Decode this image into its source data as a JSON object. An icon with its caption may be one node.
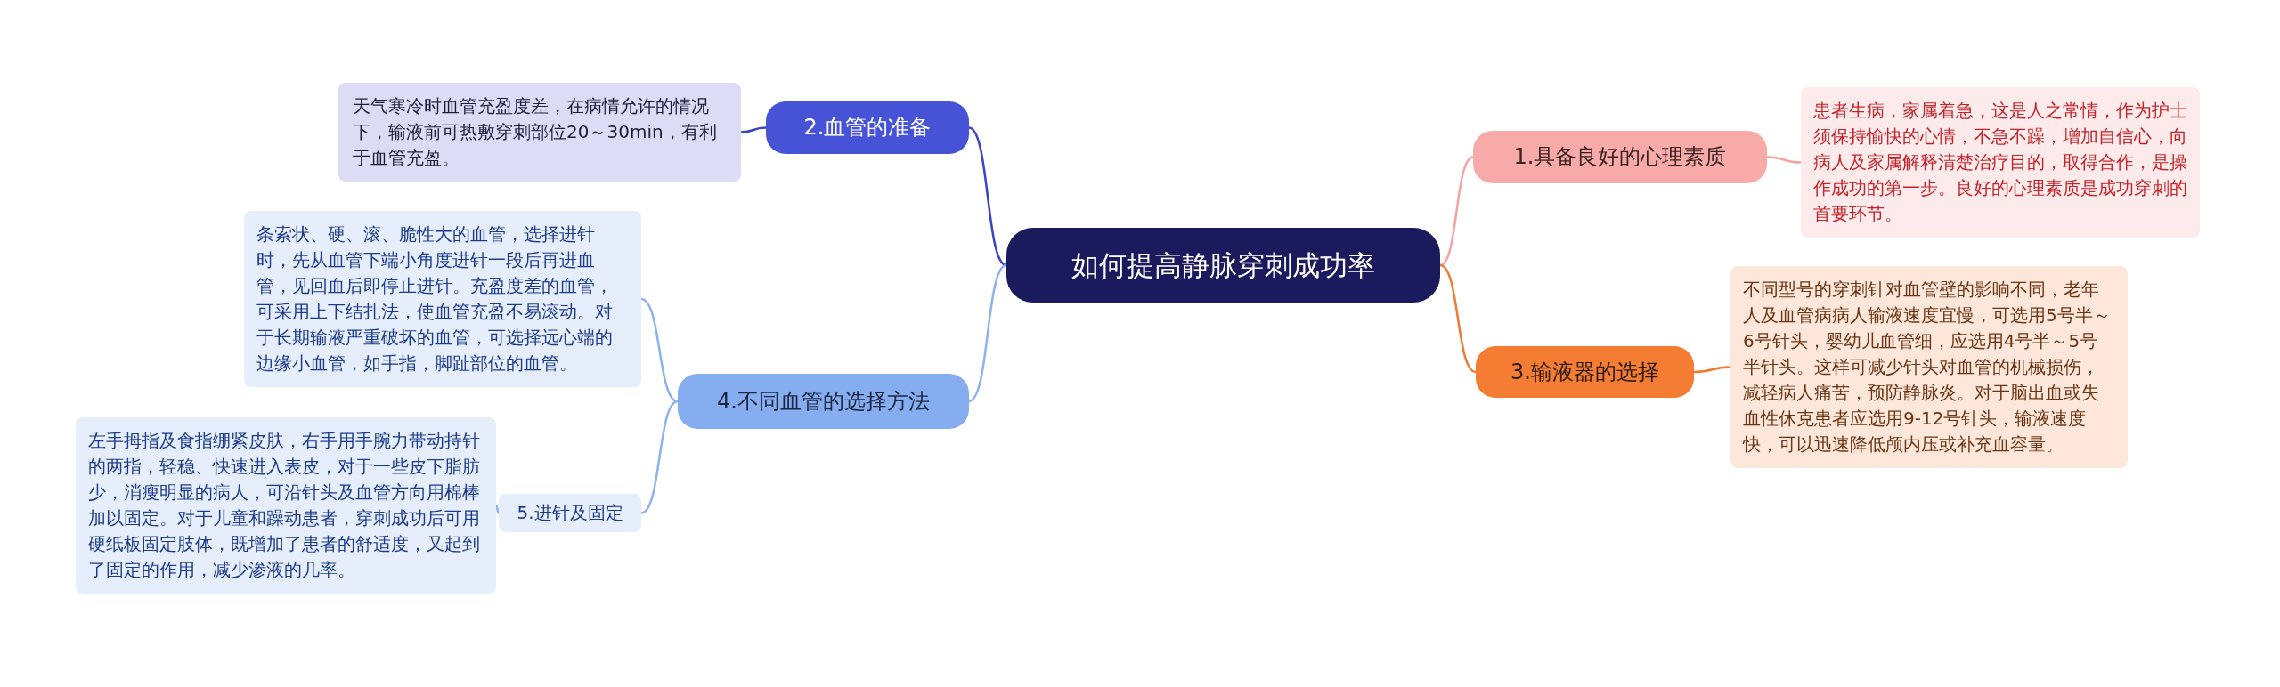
{
  "diagram": {
    "nodes": [
      {
        "text": [
          "如何提高静脉穿刺成功率"
        ]
      },
      {
        "text": [
          "2.血管的准备"
        ]
      },
      {
        "text": [
          "天气寒冷时血管充盈度差，在病情允许的情况下，输液前可热敷穿刺部位20～30min，有利于血管充盈。"
        ]
      },
      {
        "text": [
          "1.具备良好的心理素质"
        ]
      },
      {
        "text": [
          "患者生病，家属着急，这是人之常情，作为护士须保持愉快的心情，不急不躁，增加自信心，向病人及家属解释清楚治疗目的，取得合作，是操作成功的第一步。良好的心理素质是成功穿刺的首要环节。"
        ]
      },
      {
        "text": [
          "3.输液器的选择"
        ]
      },
      {
        "text": [
          "不同型号的穿刺针对血管壁的影响不同，老年人及血管病病人输液速度宜慢，可选用5号半～6号针头，婴幼儿血管细，应选用4号半～5号半针头。这样可减少针头对血管的机械损伤，减轻病人痛苦，预防静脉炎。对于脑出血或失血性休克患者应选用9-12号针头，输液速度快，可以迅速降低颅内压或补充血容量。"
        ]
      },
      {
        "text": [
          "4.不同血管的选择方法"
        ]
      },
      {
        "text": [
          "条索状、硬、滚、脆性大的血管，选择进针时，先从血管下端小角度进针一段后再进血管，见回血后即停止进针。充盈度差的血管，可采用上下结扎法，使血管充盈不易滚动。对于长期输液严重破坏的血管，可选择远心端的边缘小血管，如手指，脚趾部位的血管。"
        ]
      },
      {
        "text": [
          "5.进针及固定"
        ]
      },
      {
        "text": [
          "左手拇指及食指绷紧皮肤，右手用手腕力带动持针的两指，轻稳、快速进入表皮，对于一些皮下脂肪少，消瘦明显的病人，可沿针头及血管方向用棉棒加以固定。对于儿童和躁动患者，穿刺成功后可用硬纸板固定肢体，既增加了患者的舒适度，又起到了固定的作用，减少渗液的几率。"
        ]
      }
    ],
    "edges": [
      {
        "from": 0,
        "to": 1,
        "arrow": "none",
        "color": "#3b44c8"
      },
      {
        "from": 1,
        "to": 2,
        "arrow": "none",
        "color": "#3b44c8"
      },
      {
        "from": 0,
        "to": 3,
        "arrow": "none",
        "color": "#f4a3a3"
      },
      {
        "from": 3,
        "to": 4,
        "arrow": "none",
        "color": "#f4a3a3"
      },
      {
        "from": 0,
        "to": 5,
        "arrow": "none",
        "color": "#f07a32"
      },
      {
        "from": 5,
        "to": 6,
        "arrow": "none",
        "color": "#f07a32"
      },
      {
        "from": 0,
        "to": 7,
        "arrow": "none",
        "color": "#8fb2ec"
      },
      {
        "from": 7,
        "to": 8,
        "arrow": "none",
        "color": "#8fb2ec"
      },
      {
        "from": 7,
        "to": 9,
        "arrow": "none",
        "color": "#8fb2ec"
      },
      {
        "from": 9,
        "to": 10,
        "arrow": "none",
        "color": "#8fb2ec"
      }
    ]
  }
}
